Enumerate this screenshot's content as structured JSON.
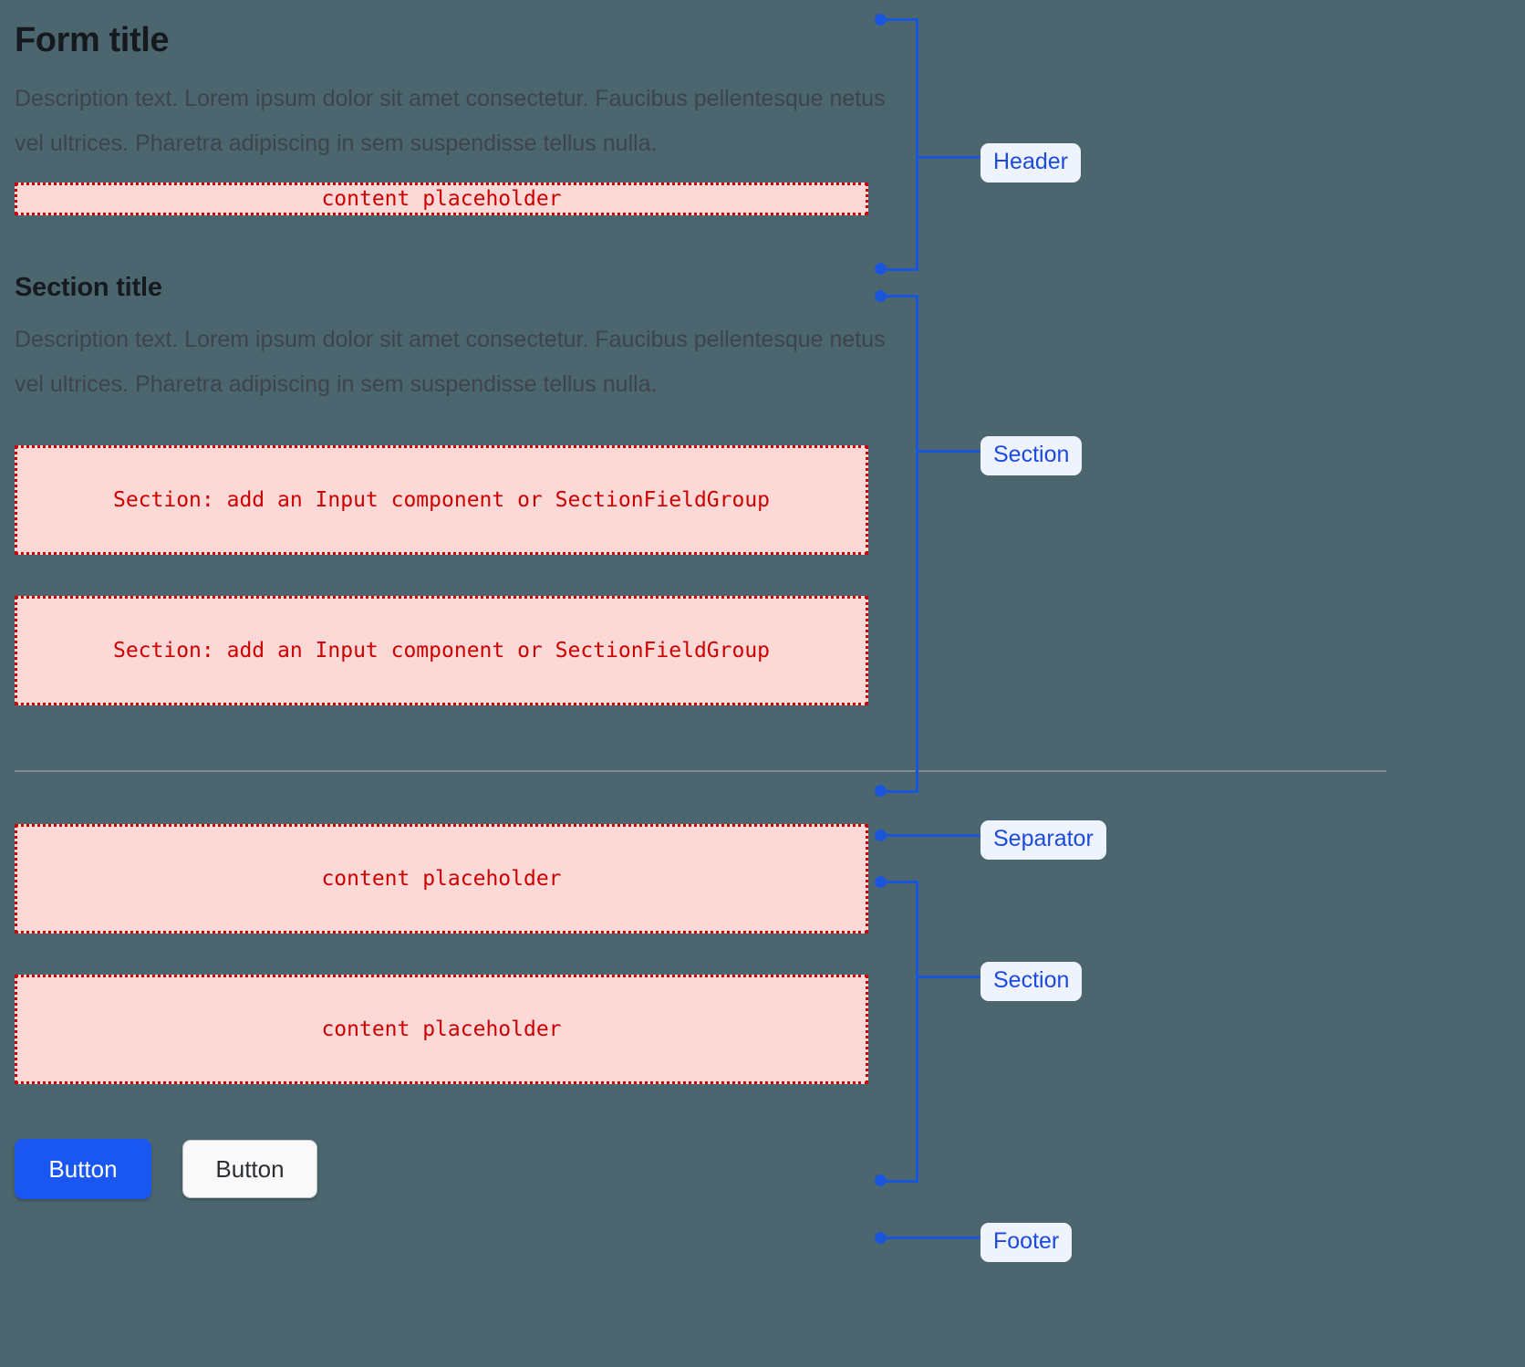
{
  "theme": {
    "background": "#4c6670",
    "title_color": "#16191d",
    "description_color": "#3d444b",
    "placeholder_border": "#d00000",
    "placeholder_fill": "#fcd9d7",
    "placeholder_text": "#cc0000",
    "annotation_blue": "#1a56db",
    "annotation_badge_bg": "#eef3fe",
    "primary_button_bg": "#1a56f0",
    "separator_color": "#8b8f9b"
  },
  "header": {
    "title": "Form title",
    "description": "Description text. Lorem ipsum dolor sit amet consectetur. Faucibus pellentesque netus vel ultrices. Pharetra adipiscing in sem suspendisse tellus nulla.",
    "placeholder": "content placeholder"
  },
  "section_one": {
    "title": "Section title",
    "description": "Description text. Lorem ipsum dolor sit amet consectetur. Faucibus pellentesque netus vel ultrices. Pharetra adipiscing in sem suspendisse tellus nulla.",
    "placeholders": [
      "Section: add an Input component or SectionFieldGroup",
      "Section: add an Input component or SectionFieldGroup"
    ]
  },
  "section_two": {
    "placeholders": [
      "content placeholder",
      "content placeholder"
    ]
  },
  "footer": {
    "primary_button": "Button",
    "secondary_button": "Button"
  },
  "annotations": {
    "header": "Header",
    "section_one": "Section",
    "separator": "Separator",
    "section_two": "Section",
    "footer": "Footer"
  }
}
